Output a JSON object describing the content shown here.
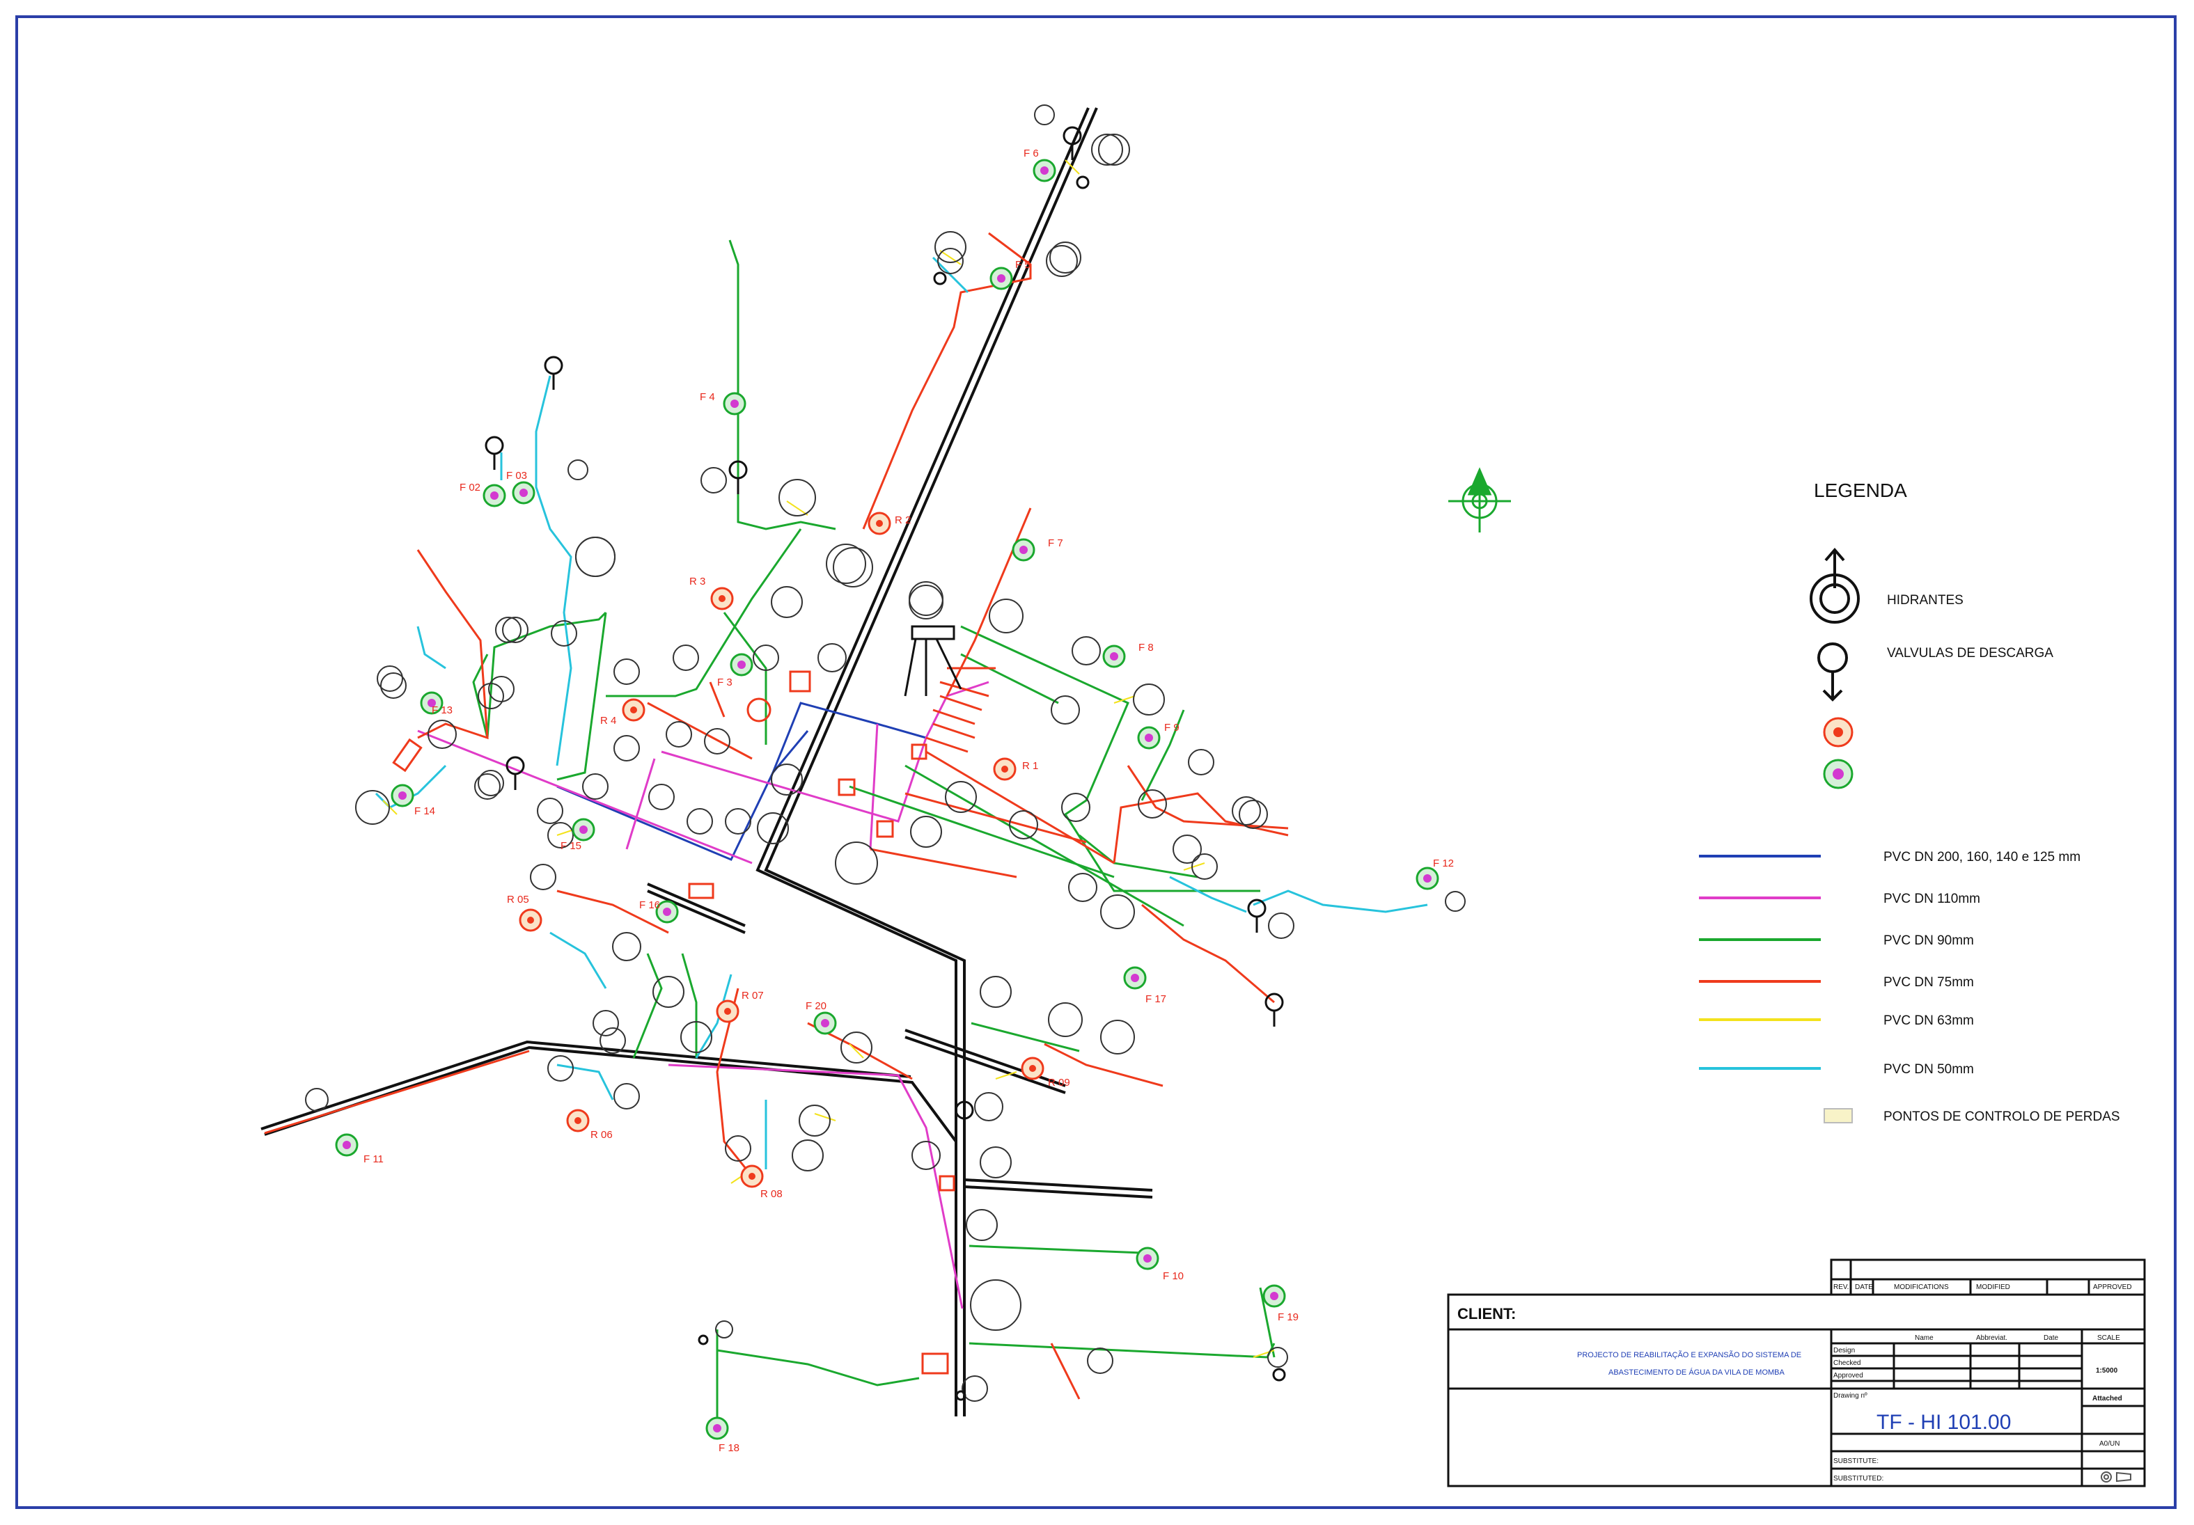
{
  "legend": {
    "title": "LEGENDA",
    "symbols": [
      {
        "label": "HIDRANTES",
        "icon": "hydrant-icon"
      },
      {
        "label": "VALVULAS DE DESCARGA",
        "icon": "discharge-valve-icon"
      },
      {
        "label": "",
        "icon": "reservoir-icon"
      },
      {
        "label": "",
        "icon": "borehole-icon"
      }
    ],
    "pipes": [
      {
        "label": "PVC DN 200, 160, 140 e 125 mm",
        "color": "#1f3fb4"
      },
      {
        "label": "PVC DN 110mm",
        "color": "#e03cc8"
      },
      {
        "label": "PVC DN 90mm",
        "color": "#1aa82e"
      },
      {
        "label": "PVC DN 75mm",
        "color": "#ef3a1c"
      },
      {
        "label": "PVC DN 63mm",
        "color": "#f3e21c"
      },
      {
        "label": "PVC DN 50mm",
        "color": "#27c3dc"
      }
    ],
    "control_points_label": "PONTOS DE CONTROLO DE PERDAS"
  },
  "nodes": {
    "boreholes": [
      "F 6",
      "F 5",
      "F 4",
      "F 7",
      "F 8",
      "F 9",
      "F 3",
      "F 02",
      "F 03",
      "F 13",
      "F 14",
      "F 15",
      "F 16",
      "F 17",
      "F 12",
      "F 11",
      "F 20",
      "F 10",
      "F 19",
      "F 18"
    ],
    "reservoirs": [
      "R 2",
      "R 3",
      "R 4",
      "R 1",
      "R 05",
      "R 07",
      "R 06",
      "R 08",
      "R 09"
    ]
  },
  "title_block": {
    "revision_headers": [
      "REV.",
      "DATE",
      "MODIFICATIONS",
      "MODIFIED",
      "APPROVED"
    ],
    "client_label": "CLIENT:",
    "project_title_1": "PROJECTO DE REABILITAÇÃO E EXPANSÃO DO SISTEMA DE",
    "project_title_2": "ABASTECIMENTO DE ÁGUA DA VILA DE MOMBA",
    "sign_headers": [
      "Name",
      "Abbreviat.",
      "Date"
    ],
    "sign_rows": [
      "Design",
      "Checked",
      "Approved"
    ],
    "scale_label": "SCALE",
    "scale_value": "1:5000",
    "drawing_no_label": "Drawing nº",
    "drawing_no": "TF - HI 101.00",
    "attached_label": "Attached",
    "substitute_label": "SUBSTITUTE:",
    "substituted_label": "SUBSTITUTED:",
    "size_label": "A0/UN"
  },
  "colors": {
    "frame": "#2b3fa8",
    "main_pipe": "#111111",
    "blue": "#1f3fb4",
    "magenta": "#e03cc8",
    "green": "#1aa82e",
    "red": "#ef3a1c",
    "yellow": "#f3e21c",
    "cyan": "#27c3dc"
  }
}
